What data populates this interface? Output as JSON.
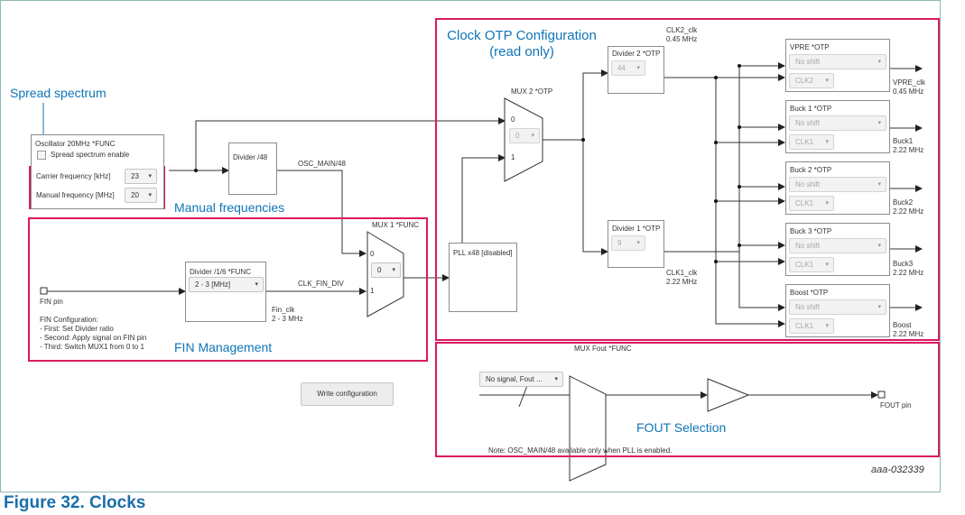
{
  "spread_spectrum": {
    "heading": "Spread spectrum",
    "oscillator_title": "Oscillator 20MHz *FUNC",
    "enable_label": "Spread spectrum enable",
    "carrier_label": "Carrier frequency [kHz]",
    "carrier_value": "23",
    "manual_label": "Manual frequency [MHz]",
    "manual_value": "20"
  },
  "manual_frequencies": {
    "heading": "Manual frequencies"
  },
  "divider48": {
    "title": "Divider /48",
    "output_label": "OSC_MAIN/48"
  },
  "fin": {
    "heading": "FIN Management",
    "pin_label": "FIN pin",
    "config_title": "FIN Configuration:",
    "config_steps": [
      "- First: Set Divider ratio",
      "- Second: Apply signal on FIN pin",
      "- Third: Switch MUX1 from 0 to 1"
    ],
    "divider_title": "Divider /1/6 *FUNC",
    "divider_value": "2 - 3 [MHz]",
    "clk_fin_div": "CLK_FIN_DIV",
    "fin_clk_label": "Fin_clk",
    "fin_clk_range": "2 - 3 MHz"
  },
  "mux1": {
    "title": "MUX 1 *FUNC",
    "input0": "0",
    "input1": "1",
    "value": "0"
  },
  "pll": {
    "title": "PLL x48 [disabled]"
  },
  "clock_otp": {
    "heading_line1": "Clock OTP Configuration",
    "heading_line2": "(read only)",
    "mux2": {
      "title": "MUX 2 *OTP",
      "input0": "0",
      "input1": "1",
      "value": "0"
    },
    "divider2": {
      "title": "Divider 2 *OTP",
      "value": "44"
    },
    "divider1": {
      "title": "Divider 1 *OTP",
      "value": "9"
    },
    "clk2_label": "CLK2_clk",
    "clk2_freq": "0.45 MHz",
    "clk1_label": "CLK1_clk",
    "clk1_freq": "2.22 MHz",
    "outputs": [
      {
        "title": "VPRE *OTP",
        "shift": "No shift",
        "clk": "CLK2",
        "out_label": "VPRE_clk",
        "out_freq": "0.45 MHz"
      },
      {
        "title": "Buck 1 *OTP",
        "shift": "No shift",
        "clk": "CLK1",
        "out_label": "Buck1",
        "out_freq": "2.22 MHz"
      },
      {
        "title": "Buck 2 *OTP",
        "shift": "No shift",
        "clk": "CLK1",
        "out_label": "Buck2",
        "out_freq": "2.22 MHz"
      },
      {
        "title": "Buck 3 *OTP",
        "shift": "No shift",
        "clk": "CLK1",
        "out_label": "Buck3",
        "out_freq": "2.22 MHz"
      },
      {
        "title": "Boost *OTP",
        "shift": "No shift",
        "clk": "CLK1",
        "out_label": "Boost",
        "out_freq": "2.22 MHz"
      }
    ]
  },
  "fout": {
    "heading": "FOUT Selection",
    "mux_title": "MUX Fout *FUNC",
    "select_value": "No signal, Fout ...",
    "pin_label": "FOUT pin",
    "note": "Note: OSC_MAIN/48 available only when PLL is enabled."
  },
  "write_button": "Write configuration",
  "figure_id": "aaa-032339",
  "caption": "Figure 32.  Clocks"
}
